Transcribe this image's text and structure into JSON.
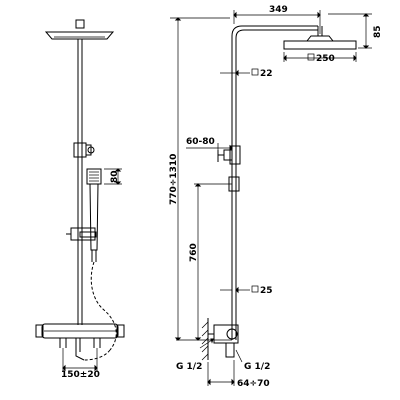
{
  "drawing": {
    "dimensions": {
      "arm_reach": "349",
      "head_height": "85",
      "head_diameter": "250",
      "upper_tube": "22",
      "bracket_offset": "60-80",
      "total_height": "770÷1310",
      "lower_height": "760",
      "lower_tube": "25",
      "inlet_left": "G 1/2",
      "inlet_right": "G 1/2",
      "side_depth": "64÷70",
      "front_hand_shower": "80",
      "front_centres": "150±20"
    }
  }
}
